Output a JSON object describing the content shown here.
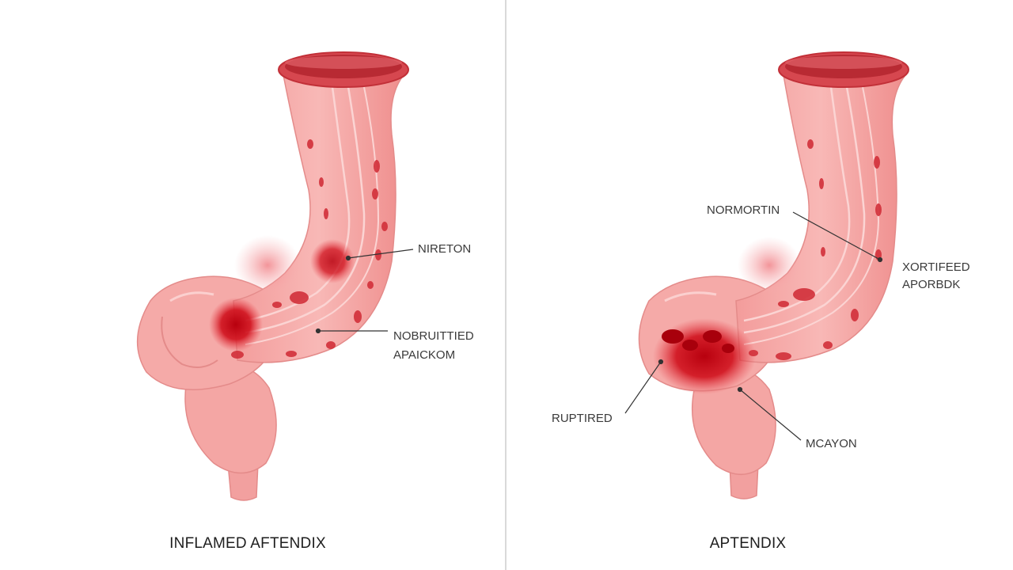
{
  "panels": [
    {
      "caption": "INFLAMED AFTENDIX",
      "labels": [
        "NIRETON",
        "NOBRUITTIED",
        "APAICKOM"
      ]
    },
    {
      "caption": "APTENDIX",
      "labels": [
        "NORMORTIN",
        "XORTIFEED",
        "APORBDK",
        "RUPTIRED",
        "MCAYON"
      ]
    }
  ],
  "colors": {
    "tissue": "#f4a6a4",
    "tissue_dark": "#e98583",
    "inflammation": "#cc0f1c",
    "rim": "#c73a42",
    "divider": "#d9d9d9"
  }
}
